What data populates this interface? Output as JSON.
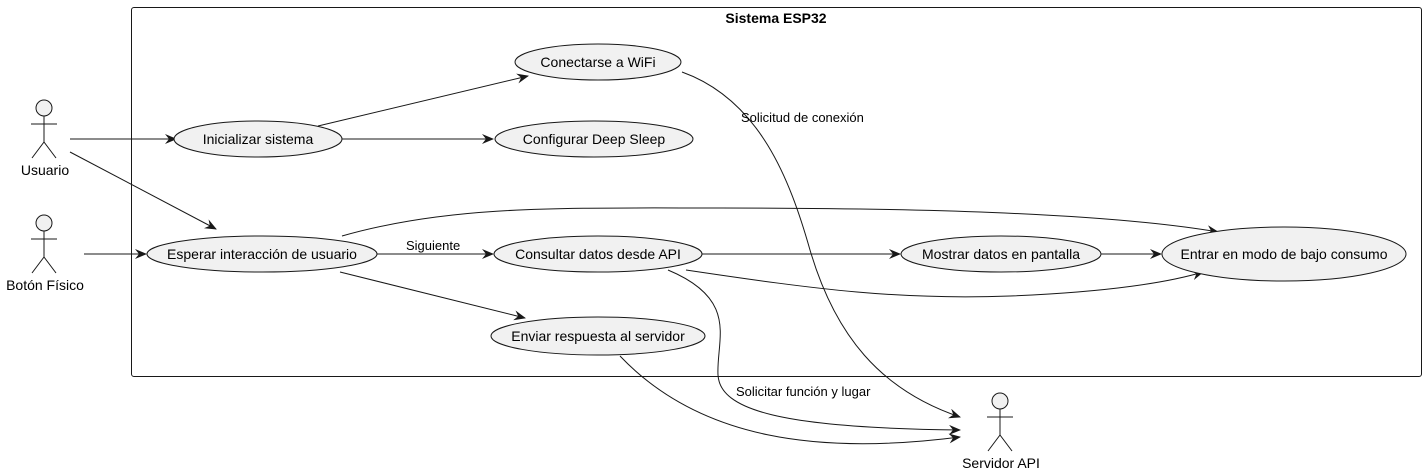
{
  "system": {
    "title": "Sistema ESP32"
  },
  "actors": {
    "usuario": "Usuario",
    "boton": "Botón Físico",
    "servidor": "Servidor API"
  },
  "use_cases": {
    "wifi": "Conectarse a WiFi",
    "init": "Inicializar sistema",
    "deep": "Configurar Deep Sleep",
    "esperar": "Esperar interacción de usuario",
    "consultar": "Consultar datos desde API",
    "mostrar": "Mostrar datos en pantalla",
    "entrar": "Entrar en modo de bajo consumo",
    "enviar": "Enviar respuesta al servidor"
  },
  "edge_labels": {
    "conexion": "Solicitud de conexión",
    "siguiente": "Siguiente",
    "funcion": "Solicitar función y lugar"
  },
  "colors": {
    "fill": "#f1f1f1",
    "stroke": "#181818",
    "line": "#181818"
  }
}
